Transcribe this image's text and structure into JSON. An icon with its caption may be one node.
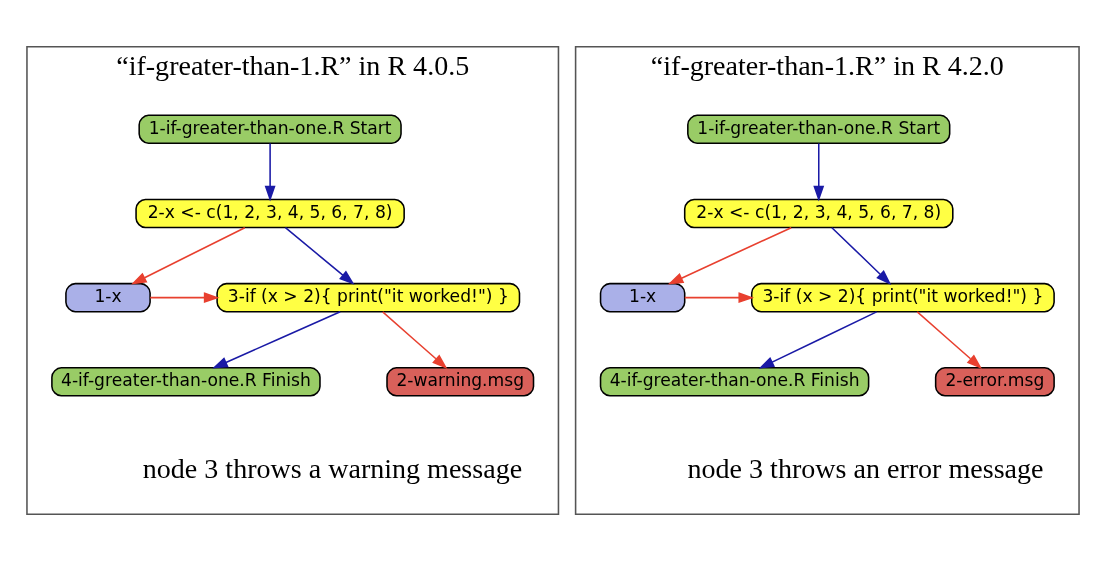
{
  "diagram": {
    "nodes": [
      {
        "text": [
          "“if-greater-than-1.R” in R 4.0.5"
        ],
        "beside": [
          "node 3 throws a warning message"
        ]
      },
      {
        "text": [
          "1-if-greater-than-one.R Start"
        ],
        "in": 0
      },
      {
        "text": [
          "2-x <- c(1, 2, 3, 4, 5, 6, 7, 8)"
        ],
        "in": 0
      },
      {
        "text": [
          "3-if (x > 2){ print(\"it worked!\") }"
        ],
        "in": 0
      },
      {
        "text": [
          "1-x"
        ],
        "in": 0
      },
      {
        "text": [
          "4-if-greater-than-one.R Finish"
        ],
        "in": 0
      },
      {
        "text": [
          "2-warning.msg"
        ],
        "in": 0
      },
      {
        "text": [
          "“if-greater-than-1.R” in R 4.2.0"
        ],
        "beside": [
          "node 3 throws an error message"
        ]
      },
      {
        "text": [
          "1-if-greater-than-one.R Start"
        ],
        "in": 7
      },
      {
        "text": [
          "2-x <- c(1, 2, 3, 4, 5, 6, 7, 8)"
        ],
        "in": 7
      },
      {
        "text": [
          "3-if (x > 2){ print(\"it worked!\") }"
        ],
        "in": 7
      },
      {
        "text": [
          "1-x"
        ],
        "in": 7
      },
      {
        "text": [
          "4-if-greater-than-one.R Finish"
        ],
        "in": 7
      },
      {
        "text": [
          "2-error.msg"
        ],
        "in": 7
      }
    ],
    "edges": [
      {
        "from": 1,
        "to": 2,
        "arrow": "to",
        "color": "#1a1aa6"
      },
      {
        "from": 2,
        "to": 3,
        "arrow": "to",
        "color": "#1a1aa6"
      },
      {
        "from": 2,
        "to": 4,
        "arrow": "to",
        "color": "#e8402f"
      },
      {
        "from": 4,
        "to": 3,
        "arrow": "to",
        "color": "#e8402f"
      },
      {
        "from": 3,
        "to": 5,
        "arrow": "to",
        "color": "#1a1aa6"
      },
      {
        "from": 3,
        "to": 6,
        "arrow": "to",
        "color": "#e8402f"
      },
      {
        "from": 8,
        "to": 9,
        "arrow": "to",
        "color": "#1a1aa6"
      },
      {
        "from": 9,
        "to": 10,
        "arrow": "to",
        "color": "#1a1aa6"
      },
      {
        "from": 9,
        "to": 11,
        "arrow": "to",
        "color": "#e8402f"
      },
      {
        "from": 11,
        "to": 10,
        "arrow": "to",
        "color": "#e8402f"
      },
      {
        "from": 10,
        "to": 12,
        "arrow": "to",
        "color": "#1a1aa6"
      },
      {
        "from": 10,
        "to": 13,
        "arrow": "to",
        "color": "#e8402f"
      }
    ]
  }
}
